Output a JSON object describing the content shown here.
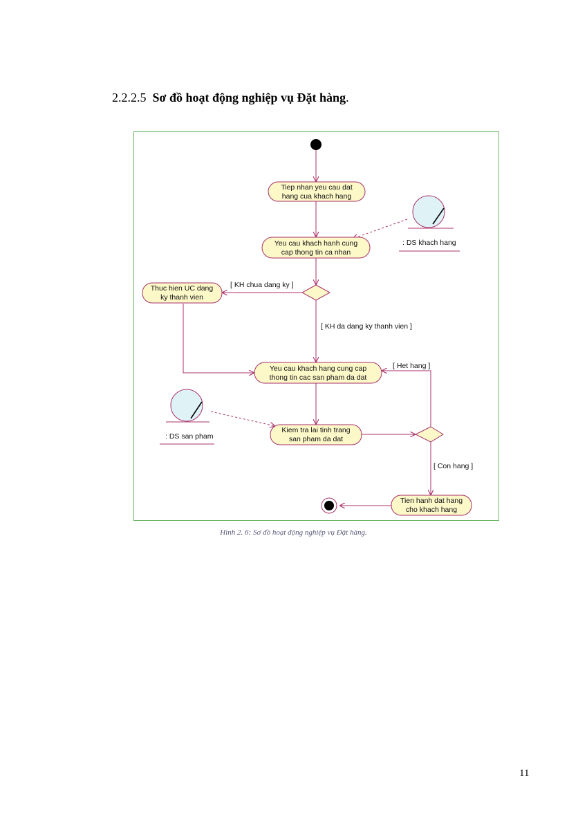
{
  "heading": {
    "number": "2.2.2.5",
    "title": "Sơ đồ hoạt động nghiệp vụ Đặt hàng",
    "period": "."
  },
  "diagram": {
    "activities": {
      "tiep_nhan": [
        "Tiep nhan yeu cau dat",
        "hang cua khach hang"
      ],
      "yeu_cau_ca_nhan": [
        "Yeu cau khach hanh cung",
        "cap thong tin ca nhan"
      ],
      "thuc_hien_uc": [
        "Thuc hien UC dang",
        "ky thanh vien"
      ],
      "yeu_cau_san_pham": [
        "Yeu cau khach hang cung cap",
        "thong tin cac san pham da dat"
      ],
      "kiem_tra": [
        "Kiem tra lai tinh trang",
        "san pham da dat"
      ],
      "tien_hanh": [
        "Tien hanh dat hang",
        "cho khach hang"
      ]
    },
    "guards": {
      "kh_chua_dang_ky": "[ KH chua dang ky ]",
      "kh_da_dang_ky": "[ KH da dang ky thanh vien ]",
      "het_hang": "[ Het hang ]",
      "con_hang": "[ Con hang ]"
    },
    "objects": {
      "ds_khach_hang": ": DS khach hang",
      "ds_san_pham": ": DS san pham"
    },
    "colors": {
      "node_fill": "#fcf8c8",
      "node_stroke": "#a8306a",
      "flow": "#a8306a",
      "object_fill": "#dff3f7",
      "frame": "#6db266"
    }
  },
  "caption": "Hình 2. 6: Sơ đồ hoạt động nghiệp vụ Đặt hàng.",
  "page_number": "11"
}
